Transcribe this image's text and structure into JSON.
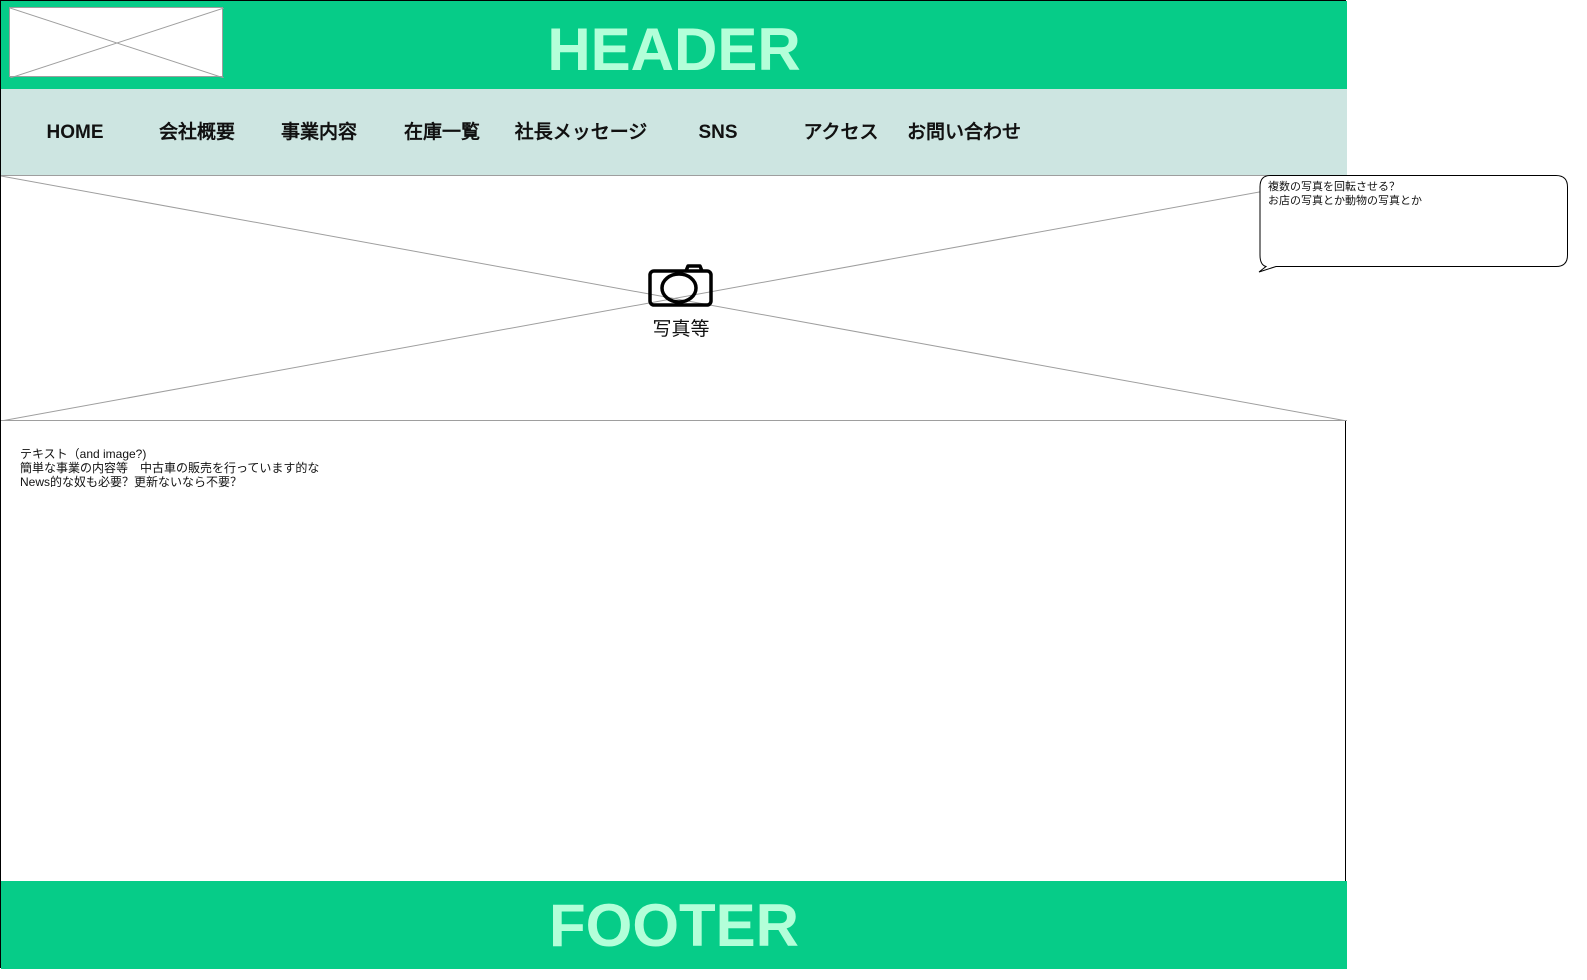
{
  "header": {
    "title": "HEADER"
  },
  "nav": {
    "items": [
      {
        "label": "HOME"
      },
      {
        "label": "会社概要"
      },
      {
        "label": "事業内容"
      },
      {
        "label": "在庫一覧"
      },
      {
        "label": "社長メッセージ"
      },
      {
        "label": "SNS"
      },
      {
        "label": "アクセス"
      },
      {
        "label": "お問い合わせ"
      }
    ]
  },
  "hero": {
    "caption": "写真等",
    "icon": "camera-icon"
  },
  "content": {
    "lines": [
      "テキスト（and image?)",
      "簡単な事業の内容等　中古車の販売を行っています的な",
      "News的な奴も必要？更新ないなら不要？"
    ]
  },
  "footer": {
    "title": "FOOTER"
  },
  "callout": {
    "lines": [
      "複数の写真を回転させる？",
      "お店の写真とか動物の写真とか"
    ]
  },
  "colors": {
    "bar_green": "#06cc88",
    "bar_text": "#b3ffd9",
    "nav_bg": "#cde5e1"
  }
}
